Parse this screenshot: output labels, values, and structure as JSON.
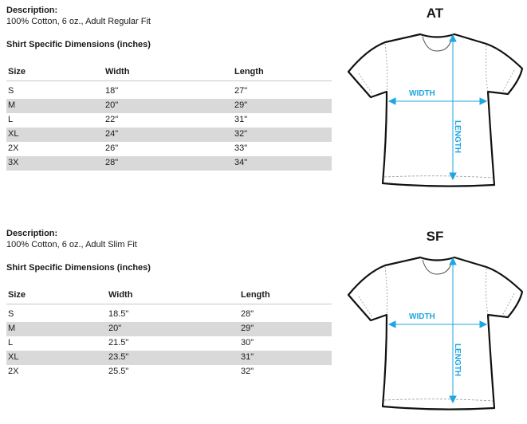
{
  "sections": [
    {
      "desc_label": "Description:",
      "desc": "100% Cotton, 6 oz., Adult Regular Fit",
      "dims_title": "Shirt Specific Dimensions (inches)",
      "headers": [
        "Size",
        "Width",
        "Length"
      ],
      "rows": [
        [
          "S",
          "18\"",
          "27\""
        ],
        [
          "M",
          "20\"",
          "29\""
        ],
        [
          "L",
          "22\"",
          "31\""
        ],
        [
          "XL",
          "24\"",
          "32\""
        ],
        [
          "2X",
          "26\"",
          "33\""
        ],
        [
          "3X",
          "28\"",
          "34\""
        ]
      ],
      "diagram": {
        "title": "AT",
        "width_label": "WIDTH",
        "length_label": "LENGTH"
      }
    },
    {
      "desc_label": "Description:",
      "desc": "100% Cotton, 6 oz., Adult Slim Fit",
      "dims_title": "Shirt Specific Dimensions (inches)",
      "headers": [
        "Size",
        "Width",
        "Length"
      ],
      "rows": [
        [
          "S",
          "18.5\"",
          "28\""
        ],
        [
          "M",
          "20\"",
          "29\""
        ],
        [
          "L",
          "21.5\"",
          "30\""
        ],
        [
          "XL",
          "23.5\"",
          "31\""
        ],
        [
          "2X",
          "25.5\"",
          "32\""
        ]
      ],
      "diagram": {
        "title": "SF",
        "width_label": "WIDTH",
        "length_label": "LENGTH"
      }
    }
  ],
  "colors": {
    "arrow": "#1ea6e0",
    "band": "#d9d9d9"
  }
}
